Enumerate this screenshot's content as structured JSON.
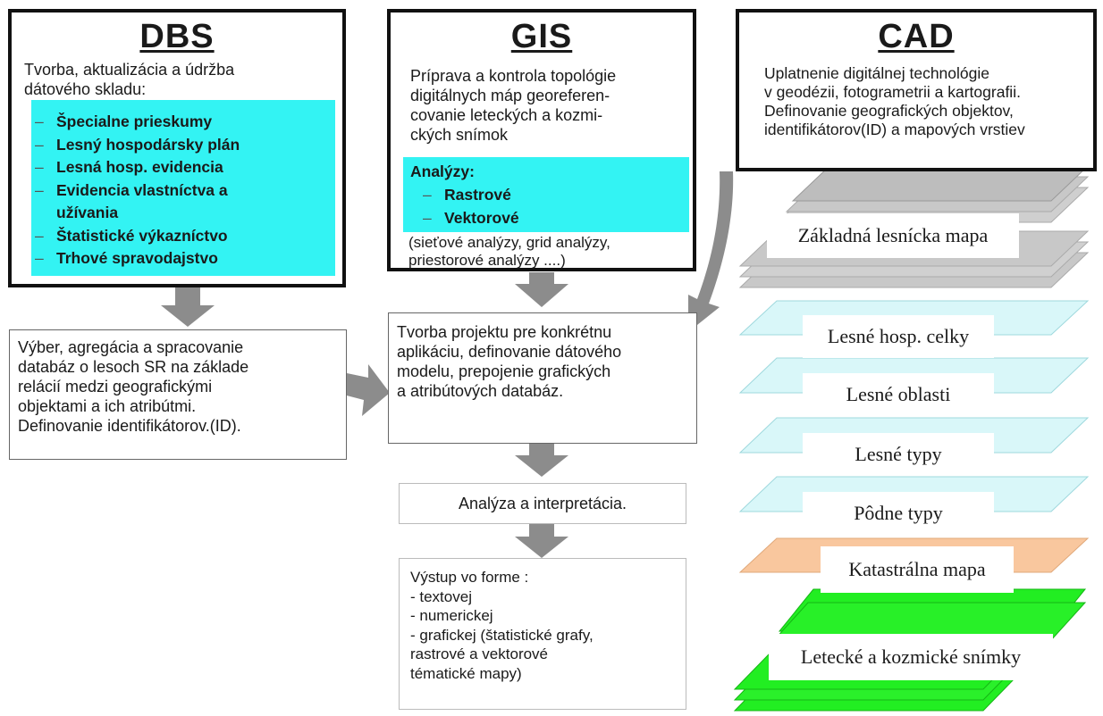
{
  "dbs": {
    "title": "DBS",
    "intro": "Tvorba, aktualizácia a údržba\ndátového skladu:",
    "items": [
      "Špecialne prieskumy",
      "Lesný hospodársky plán",
      "Lesná hosp. evidencia",
      "Evidencia vlastníctva a\nužívania",
      "Štatistické výkazníctvo",
      "Trhové spravodajstvo"
    ],
    "dash": "–"
  },
  "gis": {
    "title": "GIS",
    "intro": "Príprava a kontrola topológie\ndigitálnych máp georeferen-\ncovanie leteckých a kozmi-\nckých snímok",
    "analyzy_label": "Analýzy:",
    "analyzy_items": [
      "Rastrové",
      "Vektorové"
    ],
    "note": "(sieťové analýzy, grid analýzy,\npriestorové analýzy ....)",
    "dash": "–"
  },
  "cad": {
    "title": "CAD",
    "text": "Uplatnenie digitálnej technológie\nv geodézii, fotogrametrii a kartografii.\nDefinovanie geografických objektov,\nidentifikátorov(ID) a mapových vrstiev"
  },
  "flow": {
    "vyber": "Výber, agregácia a spracovanie\ndatabáz o lesoch SR na základe\nrelácií medzi geografickými\nobjektami a ich atribútmi.\nDefinovanie identifikátorov.(ID).",
    "projekt": "Tvorba projektu pre konkrétnu\naplikáciu, definovanie dátového\nmodelu, prepojenie grafických\na atribútových databáz.",
    "analyza": "Analýza a interpretácia.",
    "vystup": "Výstup vo forme :\n - textovej\n - numerickej\n - grafickej (štatistické grafy,\n            rastrové a vektorové\n            tématické mapy)"
  },
  "layers": [
    {
      "label": "Základná lesnícka mapa",
      "color": "#c8c8c8"
    },
    {
      "label": "Lesné hosp. celky",
      "color": "#d9f7f9"
    },
    {
      "label": "Lesné oblasti",
      "color": "#d9f7f9"
    },
    {
      "label": "Lesné typy",
      "color": "#d9f7f9"
    },
    {
      "label": "Pôdne typy",
      "color": "#d9f7f9"
    },
    {
      "label": "Katastrálna mapa",
      "color": "#f9c79e"
    },
    {
      "label": "Letecké a kozmické snímky",
      "color": "#22ee22"
    }
  ],
  "colors": {
    "arrow": "#8c8c8c",
    "highlight": "#33f3f3"
  }
}
